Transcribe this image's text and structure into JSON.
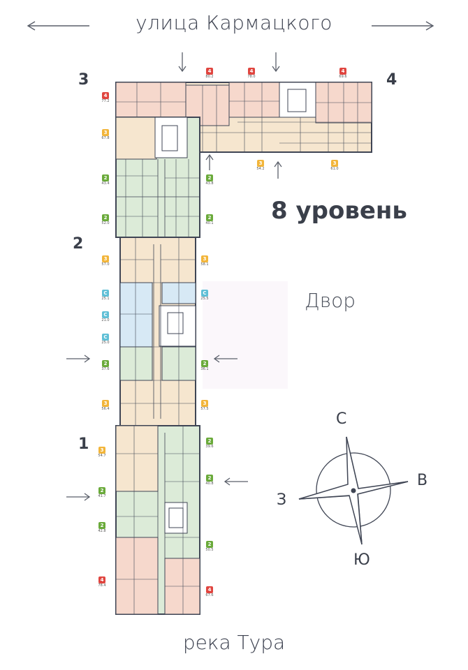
{
  "header": {
    "street": "улица Кармацкого"
  },
  "footer": {
    "river": "река Тура"
  },
  "title": {
    "level": "8 уровень"
  },
  "yard": {
    "label": "Двор"
  },
  "sections": [
    {
      "id": "s3",
      "label": "3"
    },
    {
      "id": "s4",
      "label": "4"
    },
    {
      "id": "s2",
      "label": "2"
    },
    {
      "id": "s1",
      "label": "1"
    }
  ],
  "compass": {
    "north": "С",
    "east": "В",
    "west": "З",
    "south": "Ю"
  },
  "colors": {
    "four_room": "#e0453f",
    "three_room": "#f2b53a",
    "two_room": "#6aaa3a",
    "studio": "#5fbfd6",
    "four_fill": "#f6d8cc",
    "three_fill": "#f6e6cf",
    "two_fill": "#dcebd8",
    "studio_fill": "#d7e9f5",
    "walls": "#3f4554"
  },
  "badges": [
    {
      "code": "4",
      "type": "four",
      "area": "77.2"
    },
    {
      "code": "3",
      "type": "three",
      "area": "67.8"
    },
    {
      "code": "2",
      "type": "two",
      "area": "43.4"
    },
    {
      "code": "2",
      "type": "two",
      "area": "52.0"
    },
    {
      "code": "4",
      "type": "four",
      "area": "80.2"
    },
    {
      "code": "4",
      "type": "four",
      "area": "78.0"
    },
    {
      "code": "4",
      "type": "four",
      "area": "69.6"
    },
    {
      "code": "2",
      "type": "two",
      "area": "43.8"
    },
    {
      "code": "3",
      "type": "three",
      "area": "54.2"
    },
    {
      "code": "3",
      "type": "three",
      "area": "61.0"
    },
    {
      "code": "2",
      "type": "two",
      "area": "40.1"
    },
    {
      "code": "3",
      "type": "three",
      "area": "57.0"
    },
    {
      "code": "3",
      "type": "three",
      "area": "58.1"
    },
    {
      "code": "С",
      "type": "studio",
      "area": "25.1"
    },
    {
      "code": "С",
      "type": "studio",
      "area": "25.5"
    },
    {
      "code": "С",
      "type": "studio",
      "area": "21.0"
    },
    {
      "code": "С",
      "type": "studio",
      "area": "25.0"
    },
    {
      "code": "2",
      "type": "two",
      "area": "37.6"
    },
    {
      "code": "2",
      "type": "two",
      "area": "36.1"
    },
    {
      "code": "3",
      "type": "three",
      "area": "56.4"
    },
    {
      "code": "3",
      "type": "three",
      "area": "57.5"
    },
    {
      "code": "3",
      "type": "three",
      "area": "54.7"
    },
    {
      "code": "2",
      "type": "two",
      "area": "39.6"
    },
    {
      "code": "2",
      "type": "two",
      "area": "41.7"
    },
    {
      "code": "2",
      "type": "two",
      "area": "40.8"
    },
    {
      "code": "2",
      "type": "two",
      "area": "42.8"
    },
    {
      "code": "2",
      "type": "two",
      "area": "50.5"
    },
    {
      "code": "4",
      "type": "four",
      "area": "78.4"
    },
    {
      "code": "4",
      "type": "four",
      "area": "67.6"
    }
  ]
}
